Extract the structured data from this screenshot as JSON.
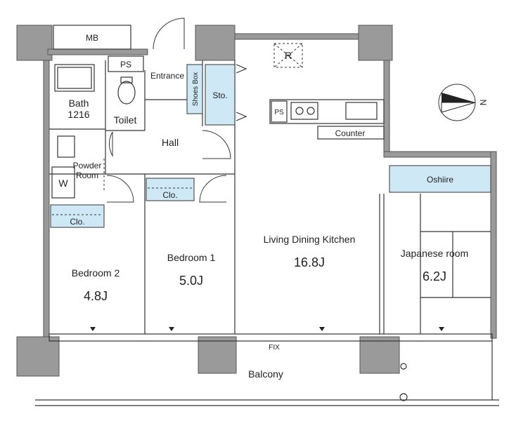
{
  "rooms": {
    "mb": "MB",
    "ps_top": "PS",
    "entrance": "Entrance",
    "shoes_box": "Shoes Box",
    "storage": "Sto.",
    "bath": "Bath",
    "bath_size": "1216",
    "toilet": "Toilet",
    "hall": "Hall",
    "powder_room_1": "Powder",
    "powder_room_2": "Room",
    "washer": "W",
    "closet_bed2": "Clo.",
    "closet_bed1": "Clo.",
    "bedroom2": "Bedroom 2",
    "bedroom2_size": "4.8J",
    "bedroom1": "Bedroom 1",
    "bedroom1_size": "5.0J",
    "ldk": "Living Dining Kitchen",
    "ldk_size": "16.8J",
    "ps_kitchen": "PS",
    "counter": "Counter",
    "refrigerator": "R",
    "oshiire": "Oshiire",
    "japanese": "Japanese room",
    "japanese_size": "6.2J",
    "balcony": "Balcony",
    "fix": "FIX",
    "north": "N"
  },
  "colors": {
    "wall": "#9a9a9a",
    "closet": "#cfe8f5",
    "line": "#333333"
  }
}
